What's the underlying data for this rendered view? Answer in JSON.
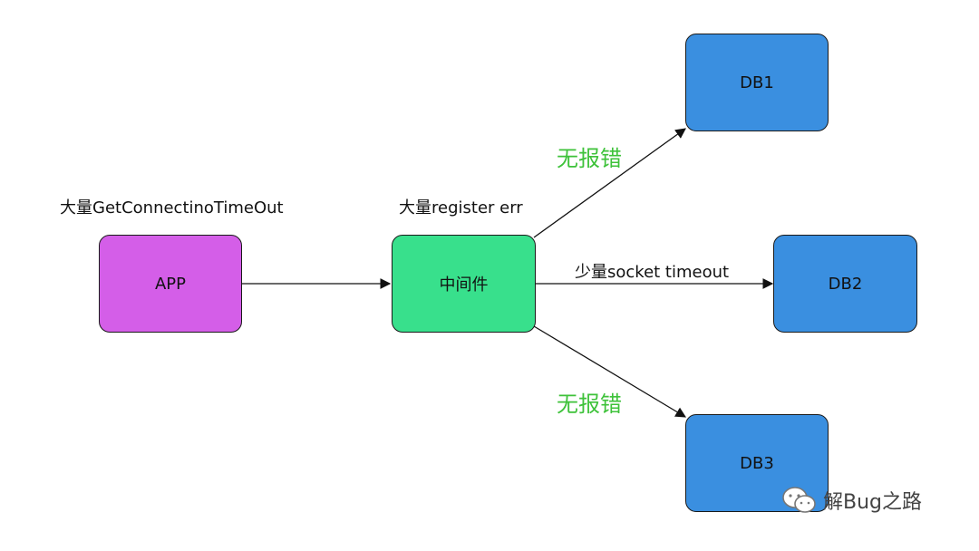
{
  "nodes": {
    "app": {
      "label": "APP",
      "color": "#d45ee8"
    },
    "middleware": {
      "label": "中间件",
      "color": "#38e08c"
    },
    "db1": {
      "label": "DB1",
      "color": "#3a8fe0"
    },
    "db2": {
      "label": "DB2",
      "color": "#3a8fe0"
    },
    "db3": {
      "label": "DB3",
      "color": "#3a8fe0"
    }
  },
  "annotations": {
    "app_error": "大量GetConnectinoTimeOut",
    "middleware_error": "大量register err",
    "db1_status": "无报错",
    "db2_status": "少量socket timeout",
    "db3_status": "无报错"
  },
  "watermark": {
    "text": "解Bug之路",
    "icon": "wechat-icon"
  }
}
